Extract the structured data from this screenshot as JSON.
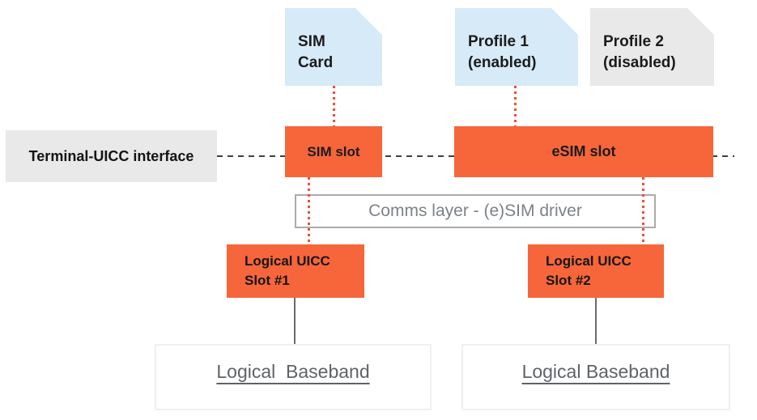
{
  "colors": {
    "orange": "#F6663A",
    "light_blue": "#D6EAF8",
    "light_gray": "#E9E9E9",
    "dotted_red": "#EF4E38",
    "dash_dark": "#3C4043",
    "muted_text": "#7D8287",
    "baseband_text": "#5F6368"
  },
  "diagram": {
    "sim_card": {
      "label": "SIM\nCard"
    },
    "profile_1": {
      "label": "Profile 1\n(enabled)"
    },
    "profile_2": {
      "label": "Profile 2\n(disabled)"
    },
    "terminal_uicc_interface": {
      "label": "Terminal-UICC interface"
    },
    "sim_slot": {
      "label": "SIM slot"
    },
    "esim_slot": {
      "label": "eSIM slot"
    },
    "comms_layer": {
      "label": "Comms layer - (e)SIM driver"
    },
    "logical_uicc_slot_1": {
      "label": "Logical UICC\nSlot #1"
    },
    "logical_uicc_slot_2": {
      "label": "Logical UICC\nSlot #2"
    },
    "logical_baseband_1": {
      "label": "Logical  Baseband"
    },
    "logical_baseband_2": {
      "label": "Logical Baseband"
    }
  }
}
